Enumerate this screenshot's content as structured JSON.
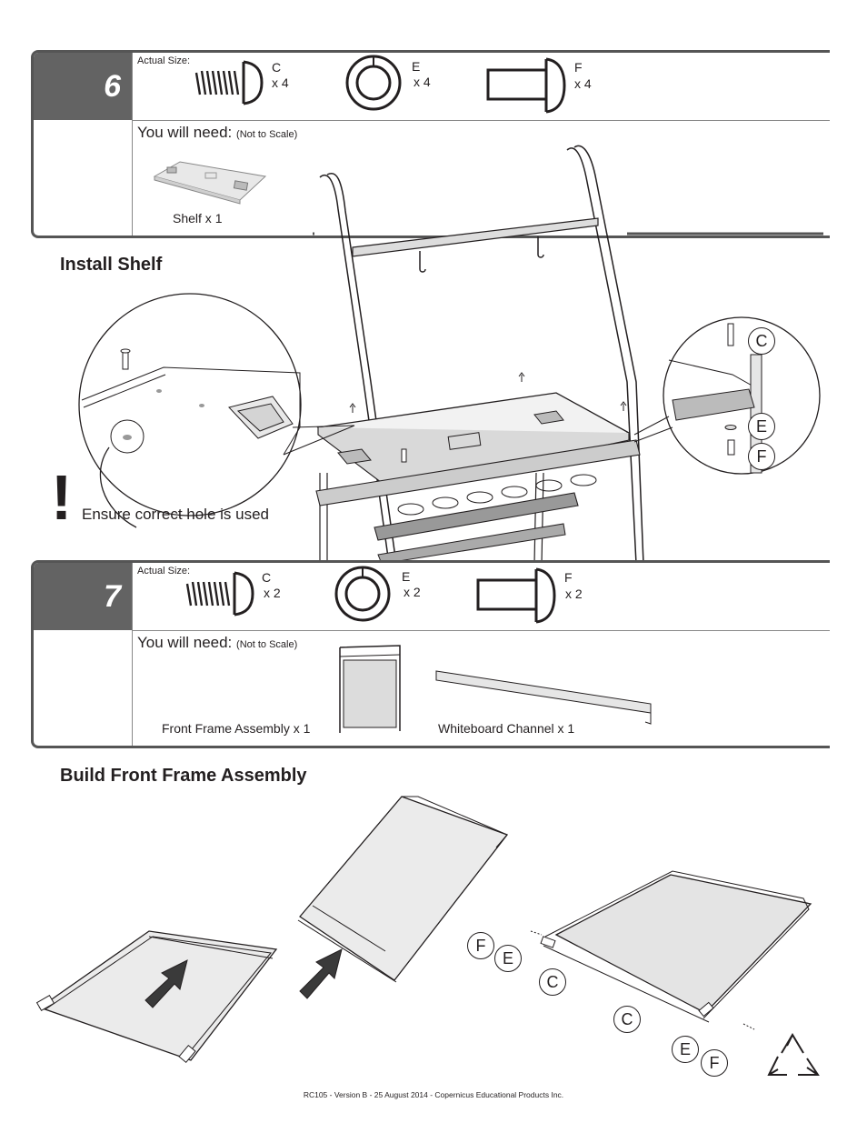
{
  "step6": {
    "number": "6",
    "actual_size_label": "Actual Size:",
    "parts": [
      {
        "letter": "C",
        "qty": "x 4"
      },
      {
        "letter": "E",
        "qty": "x 4"
      },
      {
        "letter": "F",
        "qty": "x 4"
      }
    ],
    "you_will_need": "You will need:",
    "not_to_scale": "(Not to Scale)",
    "items": [
      {
        "label": "Shelf x 1"
      }
    ],
    "heading": "Install Shelf",
    "warning_symbol": "!",
    "warning_text": "Ensure correct hole is used",
    "callouts": [
      "C",
      "E",
      "F"
    ]
  },
  "step7": {
    "number": "7",
    "actual_size_label": "Actual Size:",
    "parts": [
      {
        "letter": "C",
        "qty": "x 2"
      },
      {
        "letter": "E",
        "qty": "x 2"
      },
      {
        "letter": "F",
        "qty": "x 2"
      }
    ],
    "you_will_need": "You will need:",
    "not_to_scale": "(Not to Scale)",
    "items": [
      {
        "label": "Front Frame Assembly x 1"
      },
      {
        "label": "Whiteboard Channel x 1"
      }
    ],
    "heading": "Build Front Frame Assembly",
    "callouts": [
      "F",
      "E",
      "C",
      "C",
      "E",
      "F"
    ]
  },
  "footer": "RC105 - Version B - 25 August 2014 - Copernicus Educational Products Inc.",
  "icons": [
    "screw-icon",
    "washer-icon",
    "cap-nut-icon",
    "recycle-icon",
    "arrow-icon"
  ]
}
